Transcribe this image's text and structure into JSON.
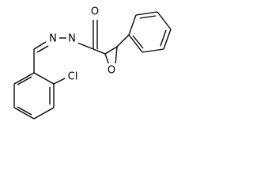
{
  "structure": {
    "atoms": {
      "carbonyl_oxygen": "O",
      "amide_nitrogen": "N",
      "hydrazone_nitrogen": "N",
      "epoxide_oxygen": "O",
      "chlorine": "Cl"
    }
  }
}
